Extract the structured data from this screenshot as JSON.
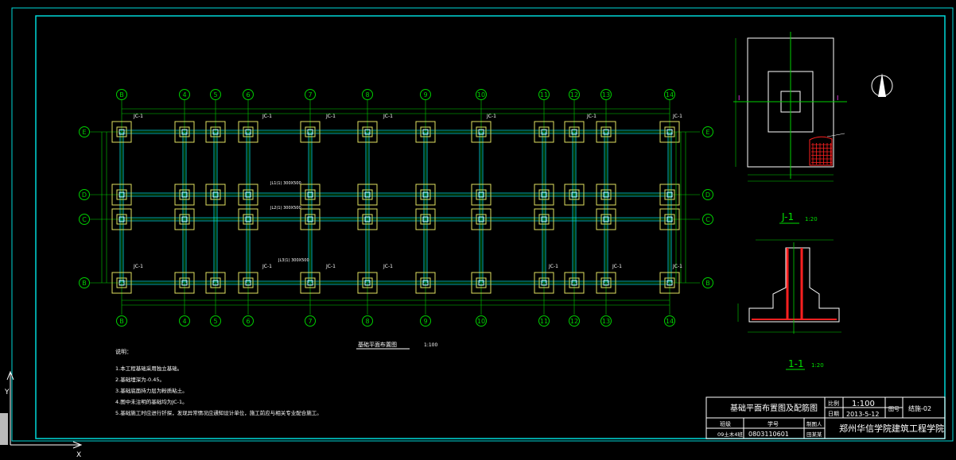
{
  "plan": {
    "axes_top": [
      "B",
      "4",
      "5",
      "6",
      "7",
      "8",
      "9",
      "10",
      "11",
      "12",
      "13",
      "14"
    ],
    "axes_bottom": [
      "B",
      "4",
      "5",
      "6",
      "7",
      "8",
      "9",
      "10",
      "11",
      "12",
      "13",
      "14"
    ],
    "axes_side": [
      "E",
      "D",
      "C",
      "B"
    ],
    "footing_label": "JC-1",
    "beam_labels": [
      "JL1(1) 300X500",
      "JL2(1) 300X500",
      "JL3(1) 300X500"
    ],
    "title": "基础平面布置图",
    "title_scale": "1:100"
  },
  "notes": {
    "heading": "说明：",
    "items": [
      "1.本工程基础采用独立基础。",
      "2.基础埋深为-0.45。",
      "3.基础底面持力层为粉质粘土。",
      "4.图中未注明的基础均为JC-1。",
      "5.基础施工时应进行钎探，发现异常情况应通知设计单位，施工前应与相关专业配合施工。"
    ]
  },
  "detail_j1": {
    "title": "J-1",
    "scale": "1:20"
  },
  "detail_11": {
    "title": "1-1",
    "scale": "1:20"
  },
  "titleblock": {
    "drawing_name": "基础平面布置图及配筋图",
    "scale_label": "比例",
    "scale_value": "1:100",
    "date_label": "日期",
    "date_value": "2013-5-12",
    "no_label": "图号",
    "no_value": "结施-02",
    "class_label": "班级",
    "id_label": "学号",
    "drawer_label": "制图人",
    "class_value": "09土木4班",
    "id_value": "0803110601",
    "drawer_value": "田某某",
    "school": "郑州华信学院建筑工程学院"
  },
  "colors": {
    "frame": "#00d8d8",
    "grid": "#00d000",
    "footing": "#e0e060",
    "white": "#ffffff",
    "red": "#ff2020",
    "magenta": "#ff40ff",
    "cyan": "#00e0e0"
  }
}
